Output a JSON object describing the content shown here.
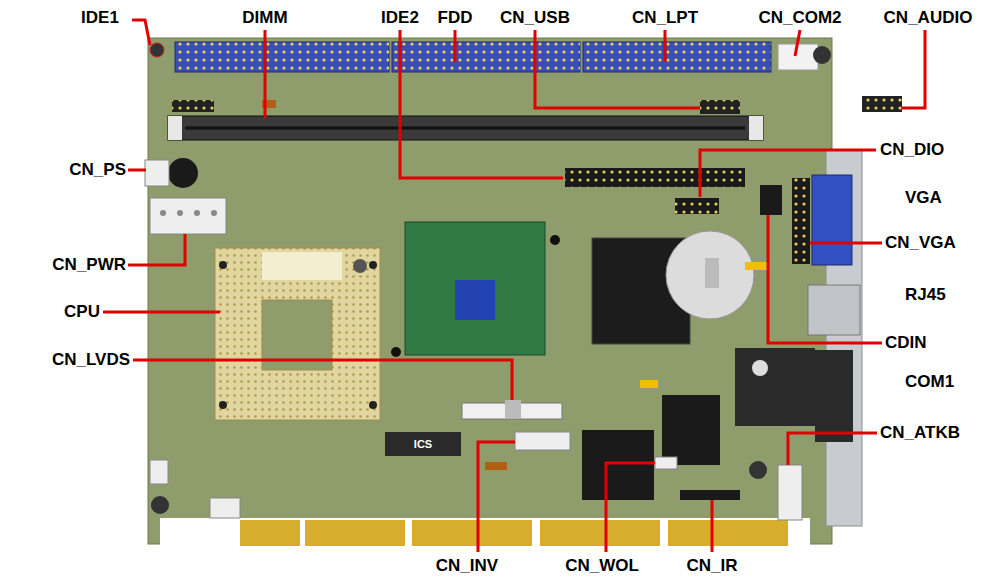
{
  "diagram": {
    "labels": [
      "IDE1",
      "DIMM",
      "IDE2",
      "FDD",
      "CN_USB",
      "CN_LPT",
      "CN_COM2",
      "CN_AUDIO",
      "CN_PS",
      "CN_DIO",
      "VGA",
      "CN_PWR",
      "CN_VGA",
      "RJ45",
      "CPU",
      "CDIN",
      "CN_LVDS",
      "COM1",
      "CN_ATKB",
      "CN_INV",
      "CN_WOL",
      "CN_IR",
      "ICS"
    ]
  }
}
